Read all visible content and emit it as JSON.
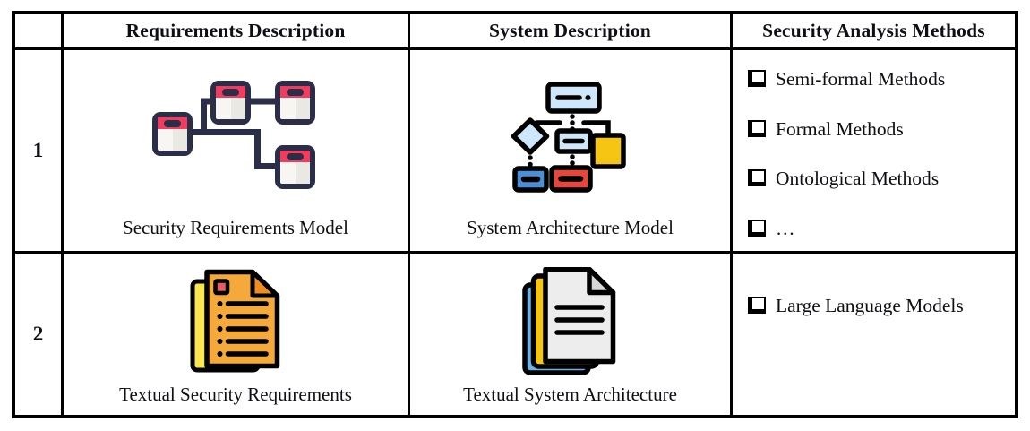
{
  "figure": {
    "headers": {
      "row_label": "",
      "requirements": "Requirements Description",
      "system": "System Description",
      "methods": "Security Analysis Methods"
    },
    "rows": [
      {
        "number": "1",
        "requirements_label": "Security Requirements Model",
        "requirements_icon": "uml-class-diagram-icon",
        "system_label": "System Architecture Model",
        "system_icon": "flowchart-icon",
        "methods": [
          "Semi-formal Methods",
          "Formal Methods",
          "Ontological Methods",
          "…"
        ]
      },
      {
        "number": "2",
        "requirements_label": "Textual Security Requirements",
        "requirements_icon": "stacked-documents-orange-icon",
        "system_label": "Textual System Architecture",
        "system_icon": "stacked-documents-blue-icon",
        "methods": [
          "Large Language Models"
        ]
      }
    ],
    "bullet_icon": "checkbox-bullet-icon"
  },
  "colors": {
    "ink": "#000000",
    "navy": "#2B2E48",
    "pink": "#F23B5D",
    "lightblue": "#CFE7FA",
    "yellow": "#F6C514",
    "blue": "#4A90D9",
    "red": "#E8453C",
    "orange": "#F5A93B",
    "orange-dark": "#EF8E1E",
    "rose": "#E45B66",
    "paleyellow": "#F9E54D",
    "skyblue": "#6CB3EA",
    "gray-page": "#EDEDED",
    "gray-fold": "#D8D6D6"
  }
}
